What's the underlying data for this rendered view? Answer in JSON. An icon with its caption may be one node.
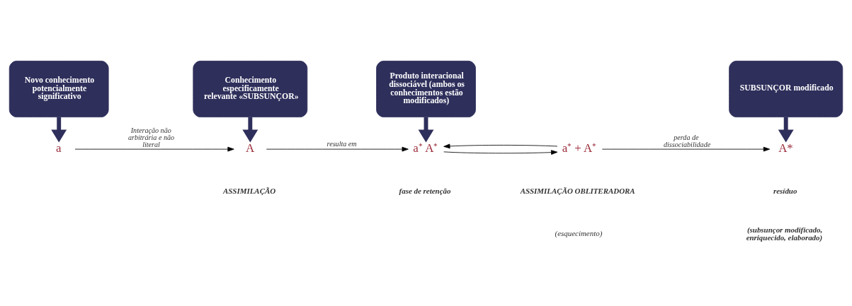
{
  "diagram": {
    "nodes": [
      {
        "text": [
          "Novo conhecimento potencialmente significativo"
        ]
      },
      {
        "text": [
          "Conhecimento especificamente relevante «SUBSUNÇOR»"
        ]
      },
      {
        "text": [
          "Produto interacional dissociável (ambos os conhecimentos estão modificados)"
        ]
      },
      {
        "text": [
          "SUBSUNÇOR modificado"
        ]
      },
      {
        "text": [
          "a"
        ]
      },
      {
        "text": [
          "A"
        ]
      },
      {
        "text": [
          "a⁺ A⁺"
        ]
      },
      {
        "text": [
          "a⁺ + A⁺"
        ]
      },
      {
        "text": [
          "A*"
        ]
      }
    ],
    "edges": [
      {
        "from": 0,
        "to": 4,
        "arrow": "to",
        "style": "thick",
        "color": "#2e2f5b"
      },
      {
        "from": 1,
        "to": 5,
        "arrow": "to",
        "style": "thick",
        "color": "#2e2f5b"
      },
      {
        "from": 2,
        "to": 6,
        "arrow": "to",
        "style": "thick",
        "color": "#2e2f5b"
      },
      {
        "from": 3,
        "to": 8,
        "arrow": "to",
        "style": "thick",
        "color": "#2e2f5b"
      },
      {
        "from": 4,
        "to": 5,
        "arrow": "to",
        "label": "Interação não arbitrária e não literal"
      },
      {
        "from": 5,
        "to": 6,
        "arrow": "to",
        "label": "resulta em"
      },
      {
        "from": 6,
        "to": 7,
        "arrow": "to"
      },
      {
        "from": 7,
        "to": 6,
        "arrow": "to"
      },
      {
        "from": 7,
        "to": 8,
        "arrow": "to",
        "label": "perda de dissociabilidade"
      }
    ],
    "labels": [
      "ASSIMILAÇÃO",
      "fase de retenção",
      "resíduo",
      "(subsunçor modificado, enriquecido, elaborado)",
      "ASSIMILAÇÃO OBLITERADORA",
      "(esquecimento)"
    ]
  }
}
